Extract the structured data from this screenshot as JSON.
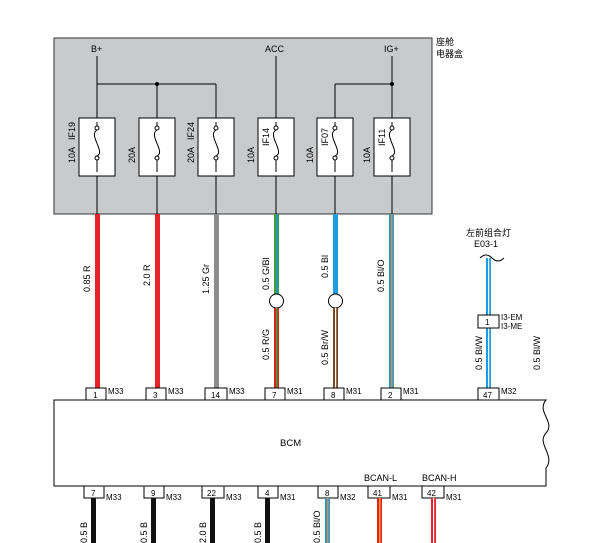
{
  "fuse_box": {
    "title_line1": "座舱",
    "title_line2": "电器盒",
    "sources": [
      "B+",
      "ACC",
      "IG+"
    ],
    "fuses": [
      {
        "rating": "10A",
        "name": "IF19"
      },
      {
        "rating": "20A",
        "name": ""
      },
      {
        "rating": "20A",
        "name": "IF24"
      },
      {
        "rating": "10A",
        "name": "IF14"
      },
      {
        "rating": "10A",
        "name": "IF07"
      },
      {
        "rating": "10A",
        "name": "IF11"
      }
    ]
  },
  "wires_top": [
    {
      "label": "0.85 R",
      "color": "#e8202a"
    },
    {
      "label": "2.0 R",
      "color": "#e8202a"
    },
    {
      "label": "1.25 Gr",
      "color": "#8c8c8c"
    },
    {
      "label": "0.5 G/Bl",
      "color": "#3aa23a",
      "stripe": "#2a8fd8",
      "lower_label": "0.5 R/G",
      "lower_color": "#d62020",
      "lower_stripe": "#38a538"
    },
    {
      "label": "0.5 Bl",
      "color": "#1f9be0",
      "lower_label": "0.5 Br/W",
      "lower_color": "#7a4a25",
      "lower_stripe": "#ffffff"
    },
    {
      "label": "0.5 Bl/O",
      "color": "#1f9be0",
      "stripe": "#f08a1e"
    }
  ],
  "lamp": {
    "title": "左前组合灯",
    "code": "E03-1",
    "pin": "1",
    "connector_a": "I3-EM",
    "connector_b": "I3-ME",
    "wire_label": "0.5 Bl/W",
    "wire_label_right": "0.5 Bl/W"
  },
  "bcm": {
    "label": "BCM",
    "top_pins": [
      {
        "pin": "1",
        "conn": "M33"
      },
      {
        "pin": "3",
        "conn": "M33"
      },
      {
        "pin": "14",
        "conn": "M33"
      },
      {
        "pin": "7",
        "conn": "M31"
      },
      {
        "pin": "8",
        "conn": "M31"
      },
      {
        "pin": "2",
        "conn": "M31"
      },
      {
        "pin": "47",
        "conn": "M32"
      }
    ],
    "bottom_pins": [
      {
        "pin": "7",
        "conn": "M33"
      },
      {
        "pin": "9",
        "conn": "M33"
      },
      {
        "pin": "22",
        "conn": "M33"
      },
      {
        "pin": "4",
        "conn": "M31"
      },
      {
        "pin": "8",
        "conn": "M32"
      },
      {
        "pin": "41",
        "conn": "M31",
        "signal": "BCAN-L"
      },
      {
        "pin": "42",
        "conn": "M31",
        "signal": "BCAN-H"
      }
    ]
  },
  "wires_bottom": [
    {
      "label": "0.5 B",
      "color": "#111111"
    },
    {
      "label": "0.5 B",
      "color": "#111111"
    },
    {
      "label": "2.0 B",
      "color": "#111111"
    },
    {
      "label": "0.5 B",
      "color": "#111111"
    },
    {
      "label": "0.5 Bl/O",
      "color": "#1f9be0",
      "stripe": "#f08a1e"
    },
    {
      "label": "",
      "color": "#e8202a",
      "stripe": "#f0a020"
    },
    {
      "label": "",
      "color": "#e8202a",
      "stripe": "#ffffff"
    }
  ]
}
